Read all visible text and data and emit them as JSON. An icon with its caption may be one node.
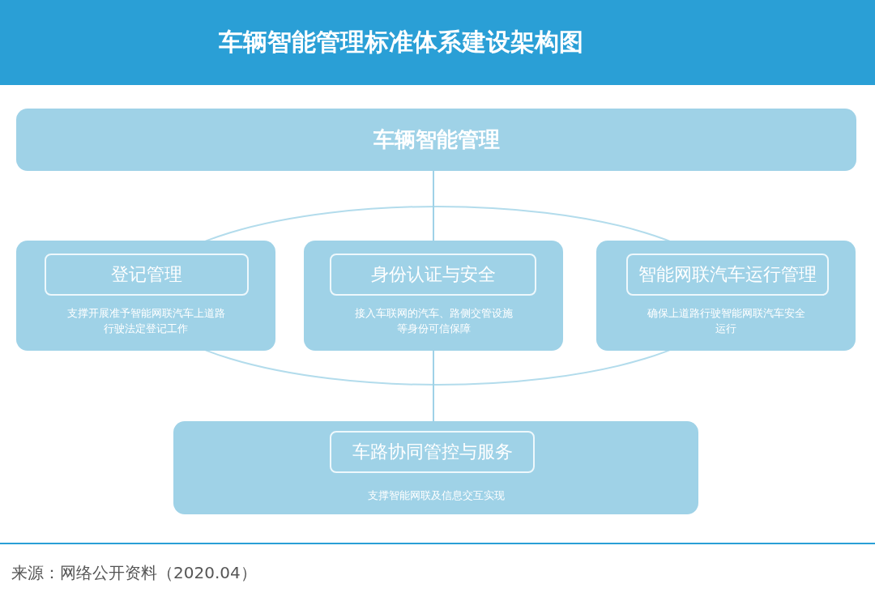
{
  "diagram": {
    "title": "车辆智能管理标准体系建设架构图",
    "nodes": [
      {
        "text": [
          "车辆智能管理"
        ]
      },
      {
        "text": [
          "支撑开展准予智能网联汽车上道路行驶法定登记工作"
        ]
      },
      {
        "text": [
          "登记管理"
        ],
        "in": 1
      },
      {
        "text": [
          "接入车联网的汽车、路侧交管设施等身份可信保障"
        ]
      },
      {
        "text": [
          "身份认证与安全"
        ],
        "in": 3
      },
      {
        "text": [
          "确保上道路行驶智能网联汽车安全运行"
        ]
      },
      {
        "text": [
          "智能网联汽车运行管理"
        ],
        "in": 5
      },
      {
        "text": [
          "支撑智能网联及信息交互实现"
        ]
      },
      {
        "text": [
          "车路协同管控与服务"
        ],
        "in": 7
      }
    ],
    "edges": [
      {
        "from": 0,
        "to": 3,
        "arrow": "none"
      },
      {
        "from": 3,
        "to": 7,
        "arrow": "none"
      }
    ],
    "labels": [
      "来源：网络公开资料（2020.04）"
    ]
  }
}
